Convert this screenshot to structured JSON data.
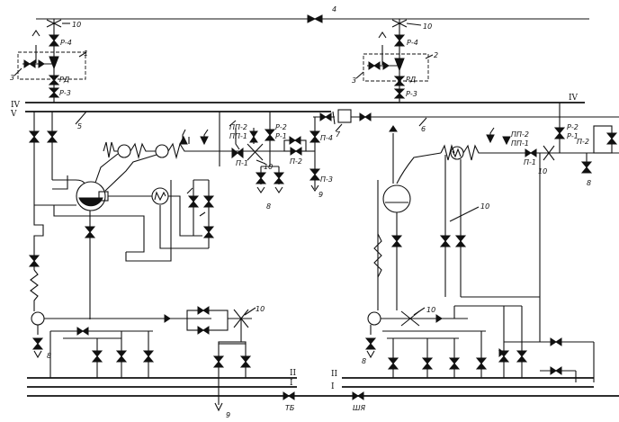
{
  "diagram": {
    "labels": {
      "n4": "4",
      "n10": "10",
      "n1": "1",
      "n2": "2",
      "n3": "3",
      "n5": "5",
      "n6": "6",
      "n7": "7",
      "n8": "8",
      "n9": "9",
      "r4": "Р-4",
      "r3": "Р-3",
      "rd": "РД",
      "pp2": "ПП-2",
      "pp1": "ПП-1",
      "r2": "Р-2",
      "r1": "Р-1",
      "p1": "П-1",
      "p2": "П-2",
      "p3": "П-3",
      "p4": "П-4",
      "IV": "IV",
      "V": "V",
      "II": "II",
      "I": "I",
      "tb": "ТБ",
      "shya": "ШЯ"
    }
  }
}
